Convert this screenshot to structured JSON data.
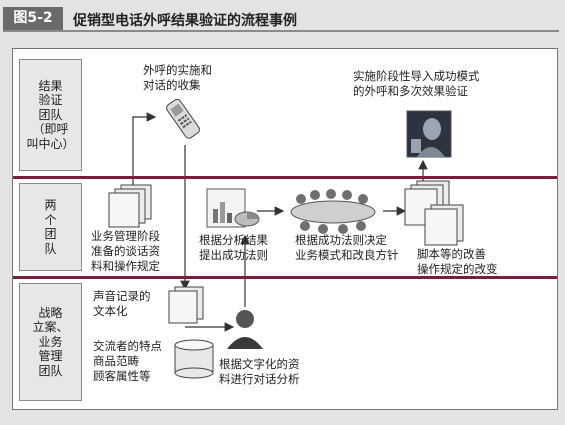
{
  "header": {
    "badge": "图5-2",
    "title": "促销型电话外呼结果验证的流程事例"
  },
  "lanes": [
    {
      "label": "结果\n验证\n团队\n（即呼\n叫中心）"
    },
    {
      "label": "两\n个\n团\n队"
    },
    {
      "label": "战略\n立案、\n业务\n管理\n团队"
    }
  ],
  "notes": {
    "outbound": "外呼的实施和\n对话的收集",
    "stage_verify": "实施阶段性导入成功模式\n的外呼和多次效果验证",
    "business_docs": "业务管理阶段\n准备的谈话资\n料和操作规定",
    "analysis": "根据分析结果\n提出成功法则",
    "decide": "根据成功法则决定\n业务模式和改良方针",
    "script": "脚本等的改善\n操作规定的改变",
    "transcribe": "声音记录的\n文本化",
    "features": "交流者的特点\n商品范畴\n顾客属性等",
    "dialog_analysis": "根据文字化的资\n料进行对话分析"
  }
}
